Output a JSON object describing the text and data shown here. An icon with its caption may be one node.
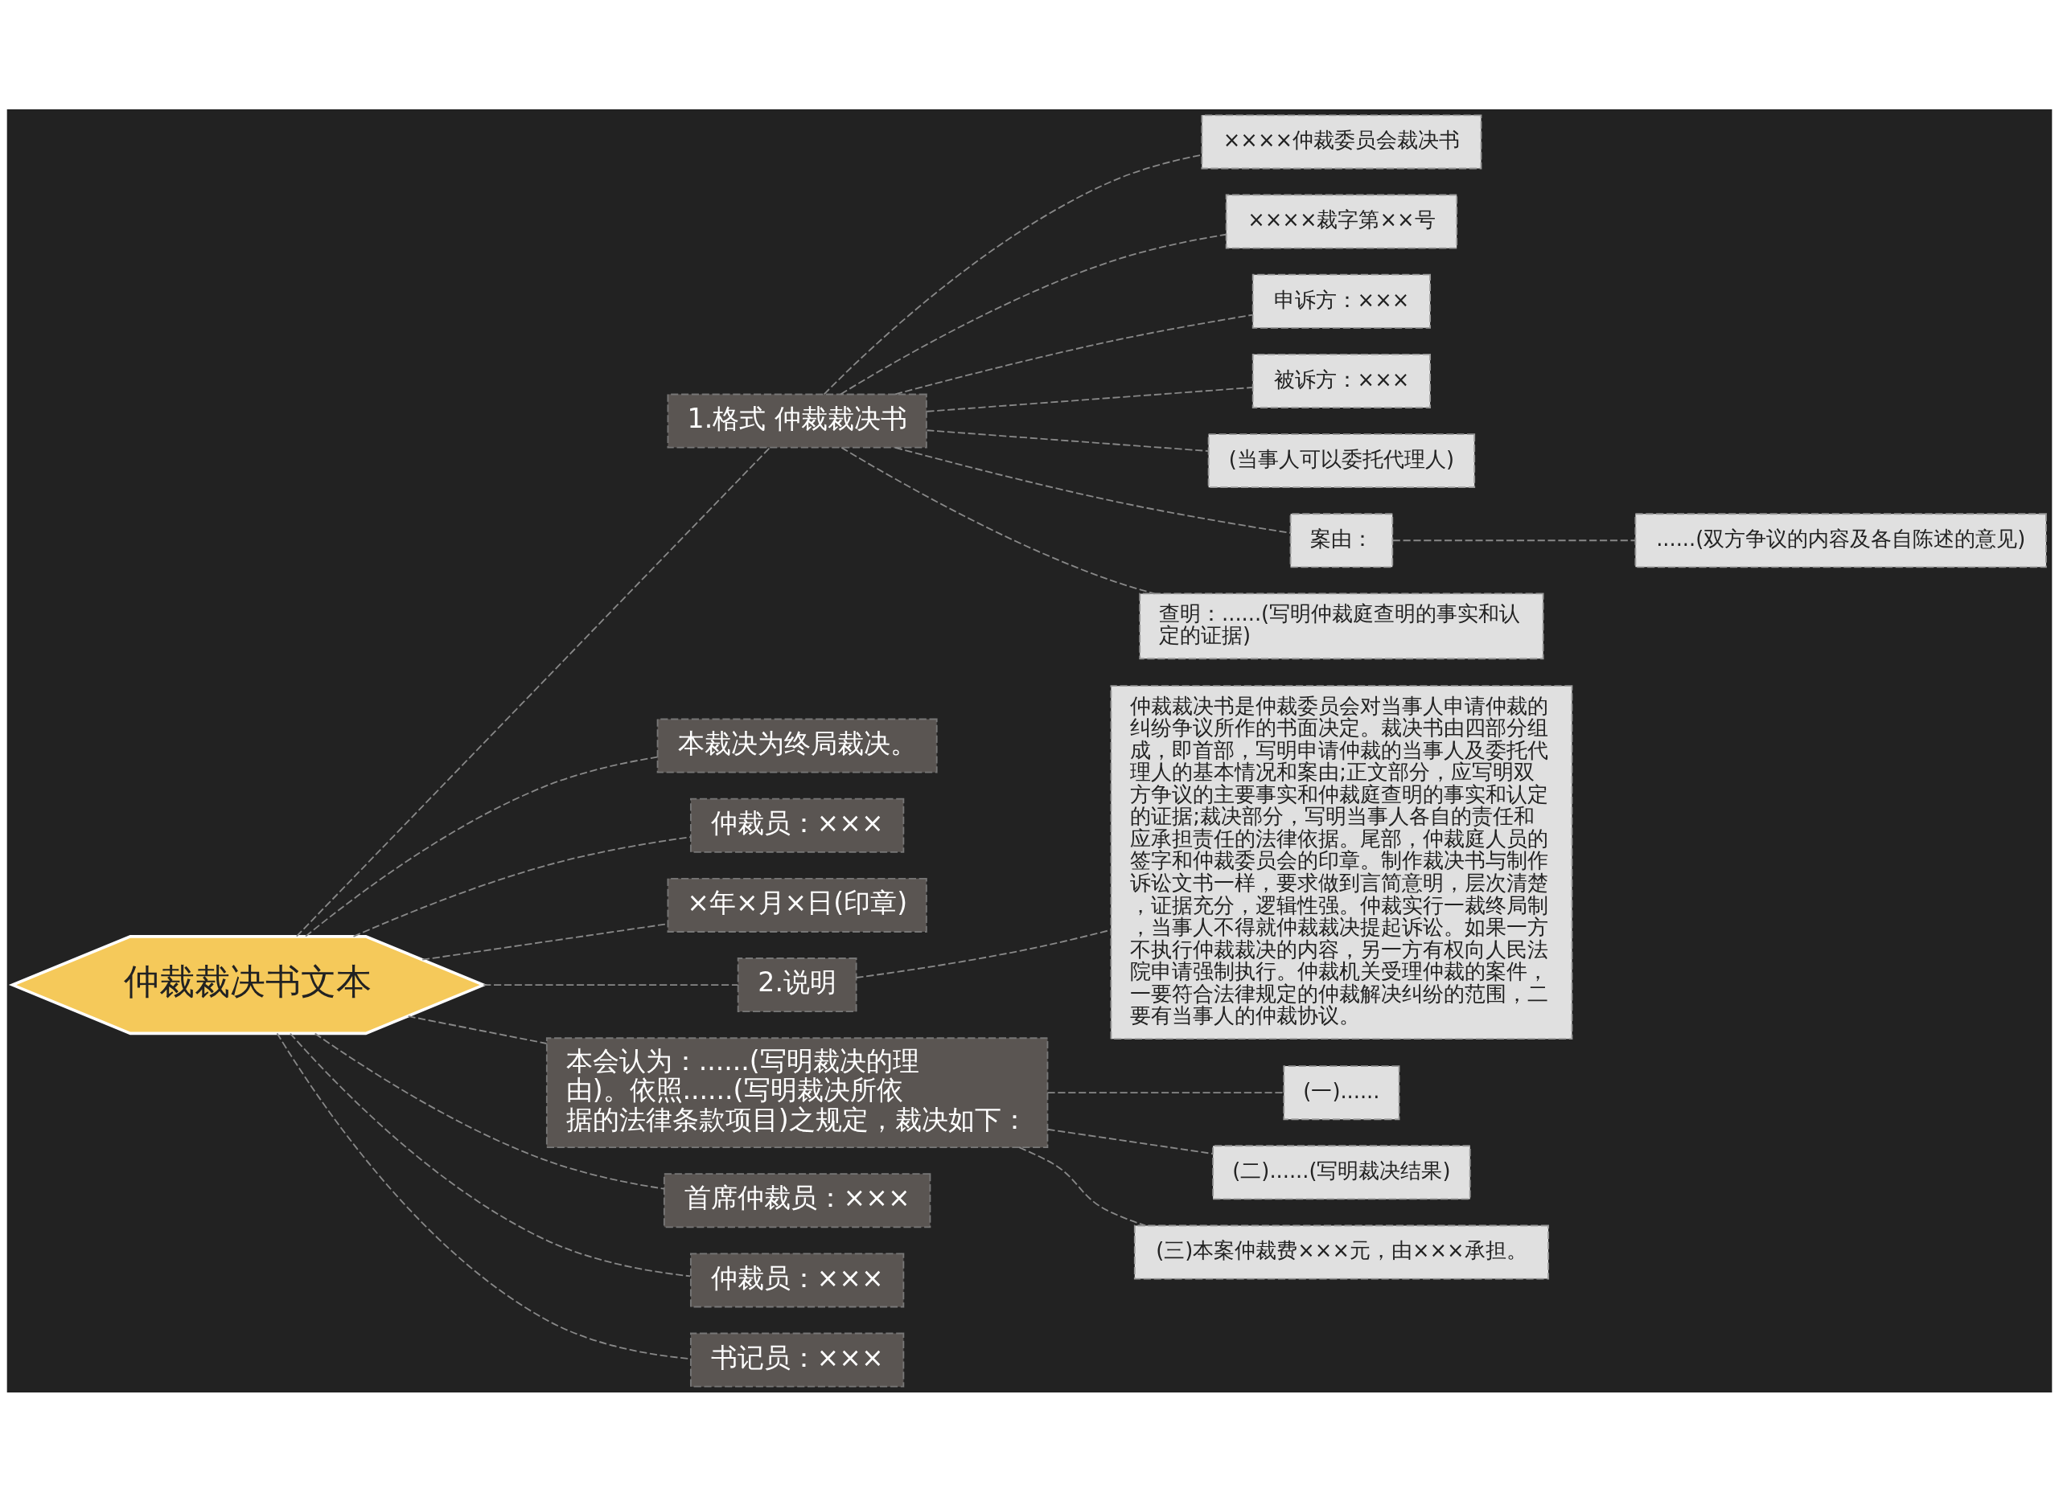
{
  "diagram": {
    "nodes": [
      {
        "text": [
          "仲裁裁决书文本"
        ]
      },
      {
        "text": [
          "1.格式 仲裁裁决书"
        ]
      },
      {
        "text": [
          "××××仲裁委员会裁决书"
        ]
      },
      {
        "text": [
          "××××裁字第××号"
        ]
      },
      {
        "text": [
          "申诉方：×××"
        ]
      },
      {
        "text": [
          "被诉方：×××"
        ]
      },
      {
        "text": [
          "(当事人可以委托代理人)"
        ]
      },
      {
        "text": [
          "案由："
        ]
      },
      {
        "text": [
          "......(双方争议的内容及各自陈述的意见)"
        ]
      },
      {
        "text": [
          "查明：......(写明仲裁庭查明的事实和认定的证据)"
        ]
      },
      {
        "text": [
          "本裁决为终局裁决。"
        ]
      },
      {
        "text": [
          "仲裁员：×××"
        ]
      },
      {
        "text": [
          "×年×月×日(印章)"
        ]
      },
      {
        "text": [
          "2.说明"
        ]
      },
      {
        "text": [
          "仲裁裁决书是仲裁委员会对当事人申请仲裁的纠纷争议所作的书面决定。裁决书由四部分组成，即首部，写明申请仲裁的当事人及委托代理人的基本情况和案由;正文部分，应写明双方争议的主要事实和仲裁庭查明的事实和认定的证据;裁决部分，写明当事人各自的责任和应承担责任的法律依据。尾部，仲裁庭人员的签字和仲裁委员会的印章。制作裁决书与制作诉讼文书一样，要求做到言简意明，层次清楚，证据充分，逻辑性强。仲裁实行一裁终局制，当事人不得就仲裁裁决提起诉讼。如果一方不执行仲裁裁决的内容，另一方有权向人民法院申请强制执行。仲裁机关受理仲裁的案件，一要符合法律规定的仲裁解决纠纷的范围，二要有当事人的仲裁协议。"
        ]
      },
      {
        "text": [
          "本会认为：......(写明裁决的理由)。依照......(写明裁决所依据的法律条款项目)之规定，裁决如下："
        ]
      },
      {
        "text": [
          "(一)......"
        ]
      },
      {
        "text": [
          "(二)......(写明裁决结果)"
        ]
      },
      {
        "text": [
          "(三)本案仲裁费×××元，由×××承担。"
        ]
      },
      {
        "text": [
          "首席仲裁员：×××"
        ]
      },
      {
        "text": [
          "仲裁员：×××"
        ]
      },
      {
        "text": [
          "书记员：×××"
        ]
      }
    ],
    "edges": [
      {
        "from": 0,
        "to": 1,
        "arrow": "none",
        "style": "dashed"
      },
      {
        "from": 1,
        "to": 2,
        "arrow": "none",
        "style": "dashed"
      },
      {
        "from": 1,
        "to": 3,
        "arrow": "none",
        "style": "dashed"
      },
      {
        "from": 1,
        "to": 4,
        "arrow": "none",
        "style": "dashed"
      },
      {
        "from": 1,
        "to": 5,
        "arrow": "none",
        "style": "dashed"
      },
      {
        "from": 1,
        "to": 6,
        "arrow": "none",
        "style": "dashed"
      },
      {
        "from": 1,
        "to": 7,
        "arrow": "none",
        "style": "dashed"
      },
      {
        "from": 7,
        "to": 8,
        "arrow": "none",
        "style": "dashed"
      },
      {
        "from": 1,
        "to": 9,
        "arrow": "none",
        "style": "dashed"
      },
      {
        "from": 0,
        "to": 10,
        "arrow": "none",
        "style": "dashed"
      },
      {
        "from": 0,
        "to": 11,
        "arrow": "none",
        "style": "dashed"
      },
      {
        "from": 0,
        "to": 12,
        "arrow": "none",
        "style": "dashed"
      },
      {
        "from": 0,
        "to": 13,
        "arrow": "none",
        "style": "dashed"
      },
      {
        "from": 13,
        "to": 14,
        "arrow": "none",
        "style": "dashed"
      },
      {
        "from": 0,
        "to": 15,
        "arrow": "none",
        "style": "dashed"
      },
      {
        "from": 15,
        "to": 16,
        "arrow": "none",
        "style": "dashed"
      },
      {
        "from": 15,
        "to": 17,
        "arrow": "none",
        "style": "dashed"
      },
      {
        "from": 15,
        "to": 18,
        "arrow": "none",
        "style": "dashed"
      },
      {
        "from": 0,
        "to": 19,
        "arrow": "none",
        "style": "dashed"
      },
      {
        "from": 0,
        "to": 20,
        "arrow": "none",
        "style": "dashed"
      },
      {
        "from": 0,
        "to": 21,
        "arrow": "none",
        "style": "dashed"
      }
    ]
  }
}
